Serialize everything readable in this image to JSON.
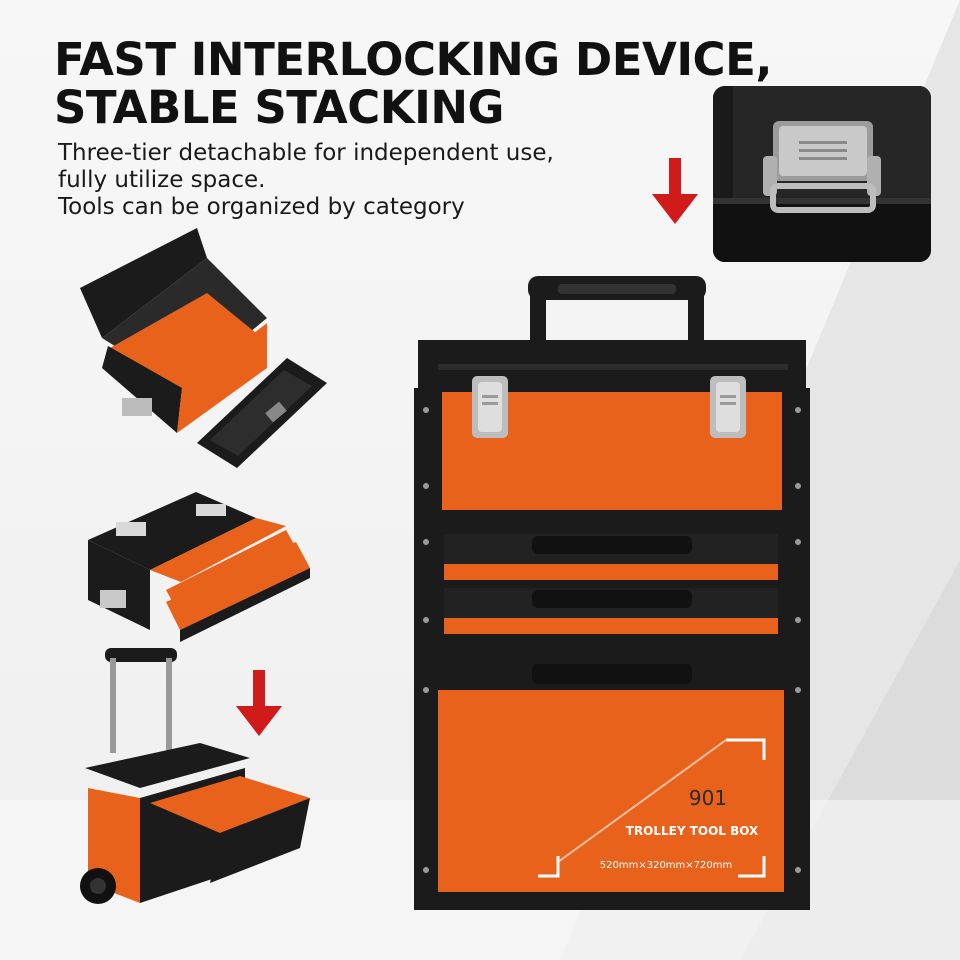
{
  "headline": {
    "line1": "FAST INTERLOCKING DEVICE,",
    "line2": "STABLE STACKING"
  },
  "subcopy": {
    "line1": "Three-tier detachable for independent use,",
    "line2": "fully utilize space.",
    "line3": "Tools can be organized by category"
  },
  "product_label": {
    "model": "901",
    "name": "TROLLEY TOOL BOX",
    "dimensions": "520mm×320mm×720mm"
  },
  "colors": {
    "accent_orange": "#e8621c",
    "body_black": "#1b1b1b",
    "arrow_red": "#d11a1a"
  },
  "icons": [
    "down-arrow-icon",
    "down-arrow-icon"
  ]
}
